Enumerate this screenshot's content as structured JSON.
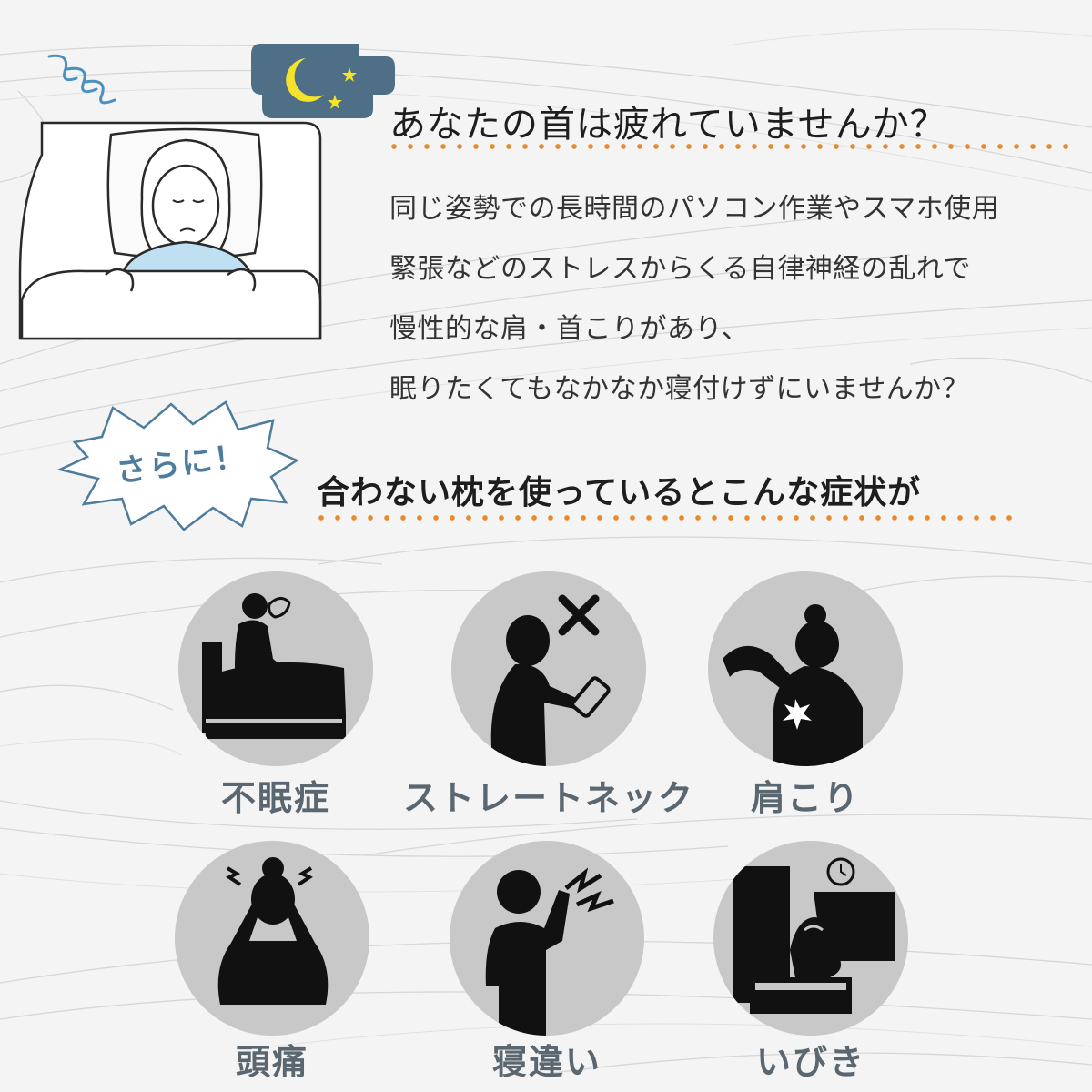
{
  "headings": {
    "question": "あなたの首は疲れていませんか？",
    "symptoms": "合わない枕を使っているとこんな症状が"
  },
  "body_lines": [
    "同じ姿勢での長時間のパソコン作業やスマホ使用",
    "緊張などのストレスからくる自律神経の乱れで",
    "慢性的な肩・首こりがあり、",
    "眠りたくてもなかなか寝付けずにいませんか？"
  ],
  "badge": "さらに！",
  "symptoms": [
    {
      "label": "不眠症",
      "icon": "insomnia-icon"
    },
    {
      "label": "ストレートネック",
      "icon": "straight-neck-icon"
    },
    {
      "label": "肩こり",
      "icon": "stiff-shoulder-icon"
    },
    {
      "label": "頭痛",
      "icon": "headache-icon"
    },
    {
      "label": "寝違い",
      "icon": "neck-sprain-icon"
    },
    {
      "label": "いびき",
      "icon": "snoring-icon"
    }
  ],
  "colors": {
    "accent_dots": "#e8892a",
    "badge_text": "#4e7c9c",
    "label_text": "#5a6770",
    "circle_bg": "#c8c8c8",
    "night_badge": "#4f6f86",
    "moon": "#f4e32a",
    "pajama": "#bfe0f2"
  }
}
